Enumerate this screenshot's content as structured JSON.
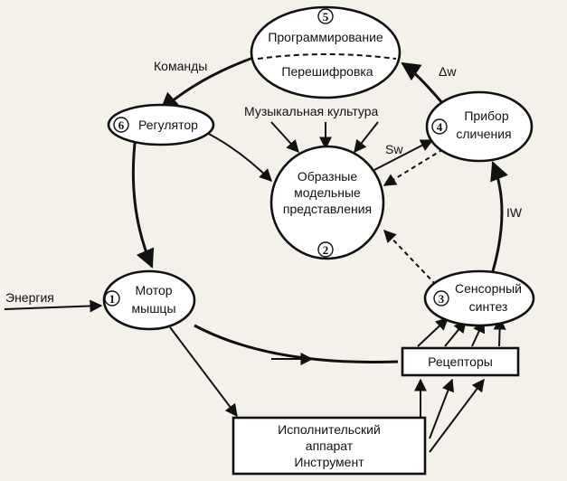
{
  "nodes": {
    "programming": {
      "number": "5",
      "line1": "Программирование",
      "line2": "Перешифровка"
    },
    "comparator": {
      "number": "4",
      "line1": "Прибор",
      "line2": "сличения"
    },
    "representations": {
      "number": "2",
      "line1": "Образные",
      "line2": "модельные",
      "line3": "представления"
    },
    "regulator": {
      "number": "6",
      "label": "Регулятор"
    },
    "motor": {
      "number": "1",
      "line1": "Мотор",
      "line2": "мышцы"
    },
    "sensory": {
      "number": "3",
      "line1": "Сенсорный",
      "line2": "синтез"
    },
    "receptors": {
      "label": "Рецепторы"
    },
    "executor": {
      "line1": "Исполнительский",
      "line2": "аппарат",
      "line3": "Инструмент"
    }
  },
  "labels": {
    "commands": "Команды",
    "music_culture": "Музыкальная культура",
    "delta_w": "Δw",
    "sw": "Sw",
    "iw": "IW",
    "energy": "Энергия"
  },
  "colors": {
    "ink": "#111111",
    "paper": "#f4f1ea",
    "fill": "#ffffff"
  }
}
